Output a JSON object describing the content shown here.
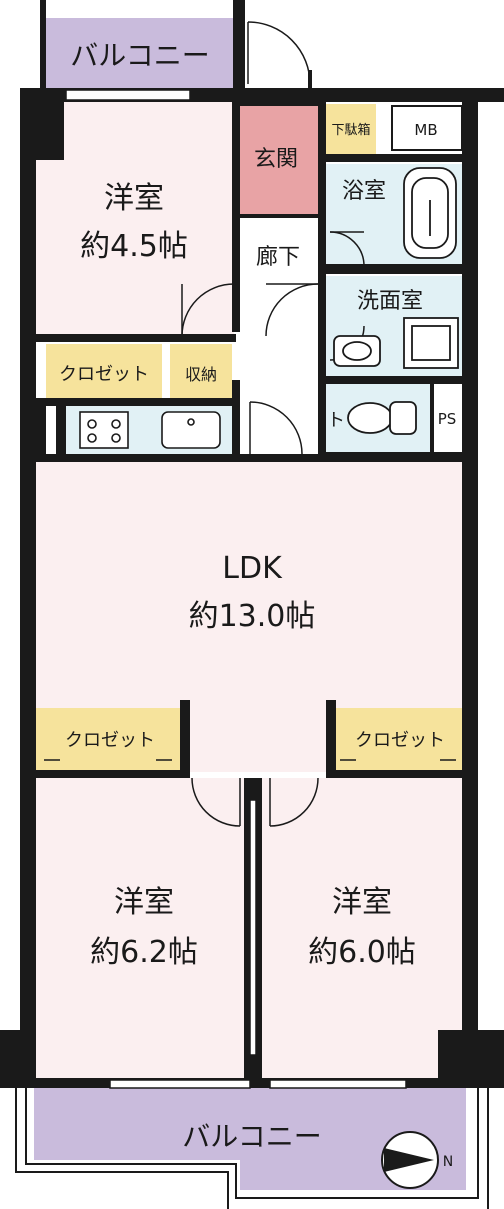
{
  "colors": {
    "balcony": "#c9bbdc",
    "room": "#fbeff0",
    "entrance": "#e8a3a5",
    "closet": "#f6e39c",
    "wet": "#e1f1f5",
    "wall": "#1a1a1a",
    "hall": "#ffffff"
  },
  "rooms": {
    "balcony_top": "バルコニー",
    "western_top_name": "洋室",
    "western_top_size": "約4.5帖",
    "entrance": "玄関",
    "shoe_box": "下駄箱",
    "mb": "MB",
    "bath": "浴室",
    "corridor": "廊下",
    "washroom": "洗面室",
    "closet_top": "クロゼット",
    "storage": "収納",
    "toilet_mark": "ト",
    "ps": "PS",
    "ldk_name": "LDK",
    "ldk_size": "約13.0帖",
    "closet_left": "クロゼット",
    "closet_right": "クロゼット",
    "western_left_name": "洋室",
    "western_left_size": "約6.2帖",
    "western_right_name": "洋室",
    "western_right_size": "約6.0帖",
    "balcony_bottom": "バルコニー"
  },
  "compass": {
    "label": "N",
    "icon": "north-arrow-icon"
  }
}
